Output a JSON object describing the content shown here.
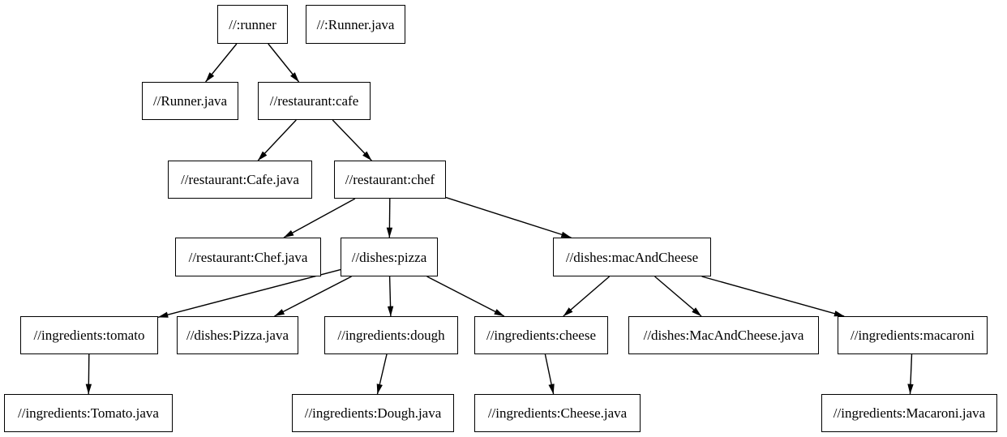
{
  "diagram": {
    "type": "directed-dependency-graph",
    "background_color": "#ffffff",
    "node_fill_color": "#ffffff",
    "node_border_color": "#000000",
    "text_color": "#000000",
    "edge_color": "#000000",
    "nodes": [
      {
        "id": "runner",
        "label": "//:runner"
      },
      {
        "id": "runner-java-file",
        "label": "//:Runner.java"
      },
      {
        "id": "runner-java",
        "label": "//Runner.java"
      },
      {
        "id": "cafe",
        "label": "//restaurant:cafe"
      },
      {
        "id": "cafe-java",
        "label": "//restaurant:Cafe.java"
      },
      {
        "id": "chef",
        "label": "//restaurant:chef"
      },
      {
        "id": "chef-java",
        "label": "//restaurant:Chef.java"
      },
      {
        "id": "pizza",
        "label": "//dishes:pizza"
      },
      {
        "id": "mac-and-cheese",
        "label": "//dishes:macAndCheese"
      },
      {
        "id": "tomato",
        "label": "//ingredients:tomato"
      },
      {
        "id": "pizza-java",
        "label": "//dishes:Pizza.java"
      },
      {
        "id": "dough",
        "label": "//ingredients:dough"
      },
      {
        "id": "cheese",
        "label": "//ingredients:cheese"
      },
      {
        "id": "mac-and-cheese-java",
        "label": "//dishes:MacAndCheese.java"
      },
      {
        "id": "macaroni",
        "label": "//ingredients:macaroni"
      },
      {
        "id": "tomato-java",
        "label": "//ingredients:Tomato.java"
      },
      {
        "id": "dough-java",
        "label": "//ingredients:Dough.java"
      },
      {
        "id": "cheese-java",
        "label": "//ingredients:Cheese.java"
      },
      {
        "id": "macaroni-java",
        "label": "//ingredients:Macaroni.java"
      }
    ],
    "edges": [
      {
        "from": "runner",
        "to": "runner-java"
      },
      {
        "from": "runner",
        "to": "cafe"
      },
      {
        "from": "cafe",
        "to": "cafe-java"
      },
      {
        "from": "cafe",
        "to": "chef"
      },
      {
        "from": "chef",
        "to": "chef-java"
      },
      {
        "from": "chef",
        "to": "pizza"
      },
      {
        "from": "chef",
        "to": "mac-and-cheese"
      },
      {
        "from": "pizza",
        "to": "tomato"
      },
      {
        "from": "pizza",
        "to": "pizza-java"
      },
      {
        "from": "pizza",
        "to": "dough"
      },
      {
        "from": "pizza",
        "to": "cheese"
      },
      {
        "from": "mac-and-cheese",
        "to": "cheese"
      },
      {
        "from": "mac-and-cheese",
        "to": "mac-and-cheese-java"
      },
      {
        "from": "mac-and-cheese",
        "to": "macaroni"
      },
      {
        "from": "tomato",
        "to": "tomato-java"
      },
      {
        "from": "dough",
        "to": "dough-java"
      },
      {
        "from": "cheese",
        "to": "cheese-java"
      },
      {
        "from": "macaroni",
        "to": "macaroni-java"
      }
    ]
  }
}
